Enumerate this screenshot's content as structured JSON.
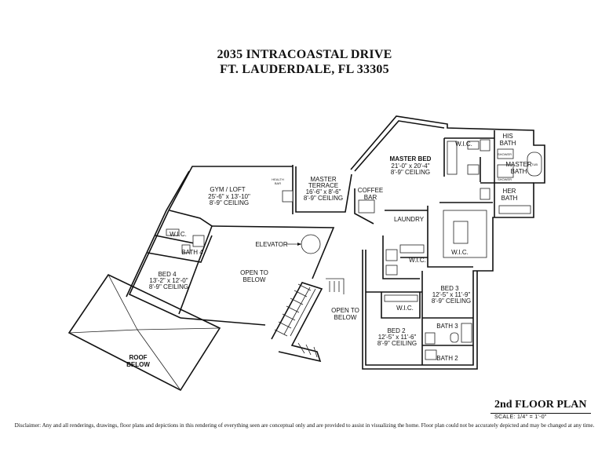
{
  "header": {
    "line1": "2035 INTRACOASTAL DRIVE",
    "line2": "FT. LAUDERDALE, FL 33305"
  },
  "rooms": {
    "master_bed": {
      "name": "MASTER BED",
      "dims": "21'-0\" x 20'-4\"",
      "ceiling": "8'-9\" CEILING"
    },
    "master_wic": {
      "name": "W.I.C."
    },
    "his_bath": {
      "name": "HIS",
      "name2": "BATH"
    },
    "master_bath": {
      "name": "MASTER",
      "name2": "BATH"
    },
    "her_bath": {
      "name": "HER",
      "name2": "BATH"
    },
    "coffee_bar": {
      "name": "COFFEE",
      "name2": "BAR"
    },
    "laundry": {
      "name": "LAUNDRY"
    },
    "center_wic": {
      "name": "W.I.C."
    },
    "hall_wic": {
      "name": "W.I.C."
    },
    "master_terrace": {
      "name": "MASTER",
      "name2": "TERRACE",
      "dims": "16'-6\" x 8'-6\"",
      "ceiling": "8'-9\" CEILING"
    },
    "gym_loft": {
      "name": "GYM / LOFT",
      "dims": "25'-6\" x 13'-10\"",
      "ceiling": "8'-9\" CEILING"
    },
    "health_bar": {
      "name": "HEALTH",
      "name2": "BAR"
    },
    "bed4_wic": {
      "name": "W.I.C."
    },
    "bath4": {
      "name": "BATH 4"
    },
    "bed4": {
      "name": "BED 4",
      "dims": "13'-2\" x 12'-0\"",
      "ceiling": "8'-9\" CEILING"
    },
    "elevator": {
      "name": "ELEVATOR"
    },
    "open_below_1": {
      "name": "OPEN TO",
      "name2": "BELOW"
    },
    "open_below_2": {
      "name": "OPEN TO",
      "name2": "BELOW"
    },
    "bed3": {
      "name": "BED 3",
      "dims": "12'-5\" x 11'-9\"",
      "ceiling": "8'-9\" CEILING"
    },
    "bed2_wic": {
      "name": "W.I.C."
    },
    "bed2": {
      "name": "BED 2",
      "dims": "12'-5\" x 11'-6\"",
      "ceiling": "8'-9\" CEILING"
    },
    "bath3": {
      "name": "BATH 3"
    },
    "bath2": {
      "name": "BATH 2"
    },
    "roof_below": {
      "name": "ROOF",
      "name2": "BELOW"
    }
  },
  "fixtures": {
    "shower": "SHOWER",
    "tub": "TUB"
  },
  "footer": {
    "plan_title": "2nd FLOOR PLAN",
    "scale": "SCALE:  1/4\"  =  1'-0\"",
    "disclaimer": "Disclaimer: Any and all renderings, drawings, floor plans and depictions in this rendering of everything seen are conceptual only and are provided to assist in visualizing the home. Floor plan could not be accurately depicted and may be changed at any time."
  }
}
